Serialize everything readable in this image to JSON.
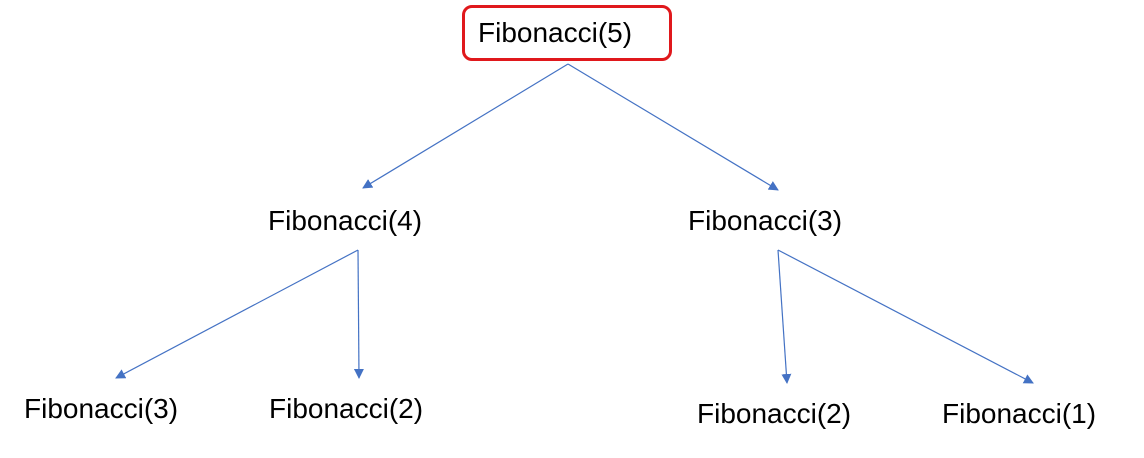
{
  "diagram": {
    "edge_color": "#4472c4",
    "highlight_color": "#e0181c",
    "nodes": {
      "root": "Fibonacci(5)",
      "left": "Fibonacci(4)",
      "right": "Fibonacci(3)",
      "left_left": "Fibonacci(3)",
      "left_right": "Fibonacci(2)",
      "right_left": "Fibonacci(2)",
      "right_right": "Fibonacci(1)"
    },
    "edges": [
      {
        "from": "root",
        "to": "left"
      },
      {
        "from": "root",
        "to": "right"
      },
      {
        "from": "left",
        "to": "left_left"
      },
      {
        "from": "left",
        "to": "left_right"
      },
      {
        "from": "right",
        "to": "right_left"
      },
      {
        "from": "right",
        "to": "right_right"
      }
    ]
  }
}
